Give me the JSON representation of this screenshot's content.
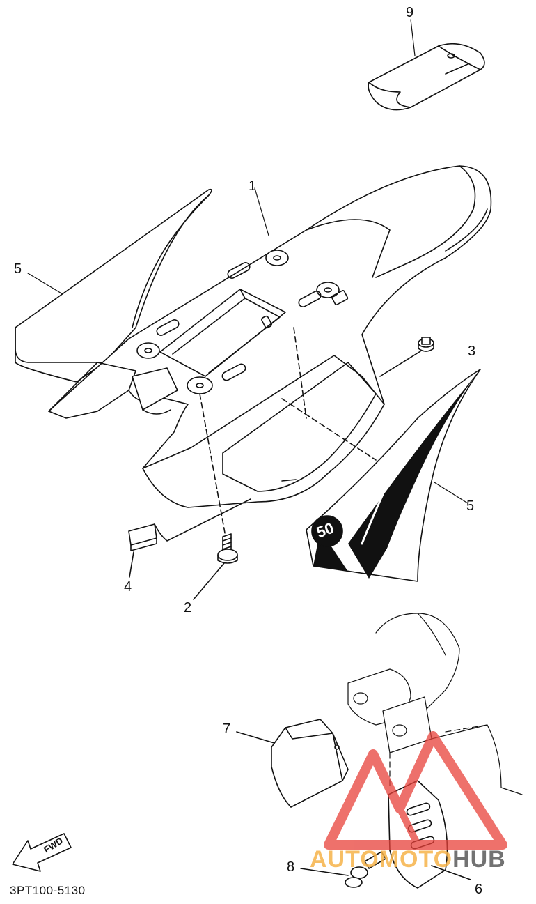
{
  "callouts": [
    {
      "id": "1",
      "label": "1"
    },
    {
      "id": "2",
      "label": "2"
    },
    {
      "id": "3",
      "label": "3"
    },
    {
      "id": "4",
      "label": "4"
    },
    {
      "id": "5a",
      "label": "5"
    },
    {
      "id": "5b",
      "label": "5"
    },
    {
      "id": "6",
      "label": "6"
    },
    {
      "id": "7",
      "label": "7"
    },
    {
      "id": "8",
      "label": "8"
    },
    {
      "id": "9",
      "label": "9"
    }
  ],
  "decal_text": "50",
  "forward_arrow_label": "FWD",
  "part_code": "3PT100-5130",
  "watermark": {
    "text_part1": "AUTOMOTO",
    "text_part2": "HUB",
    "colors": {
      "triangle": "#e8413a",
      "text_orange": "#f6b34a",
      "text_grey": "#5a5a5a"
    }
  },
  "colors": {
    "line": "#111111",
    "background": "#ffffff",
    "decal": "#111111"
  }
}
